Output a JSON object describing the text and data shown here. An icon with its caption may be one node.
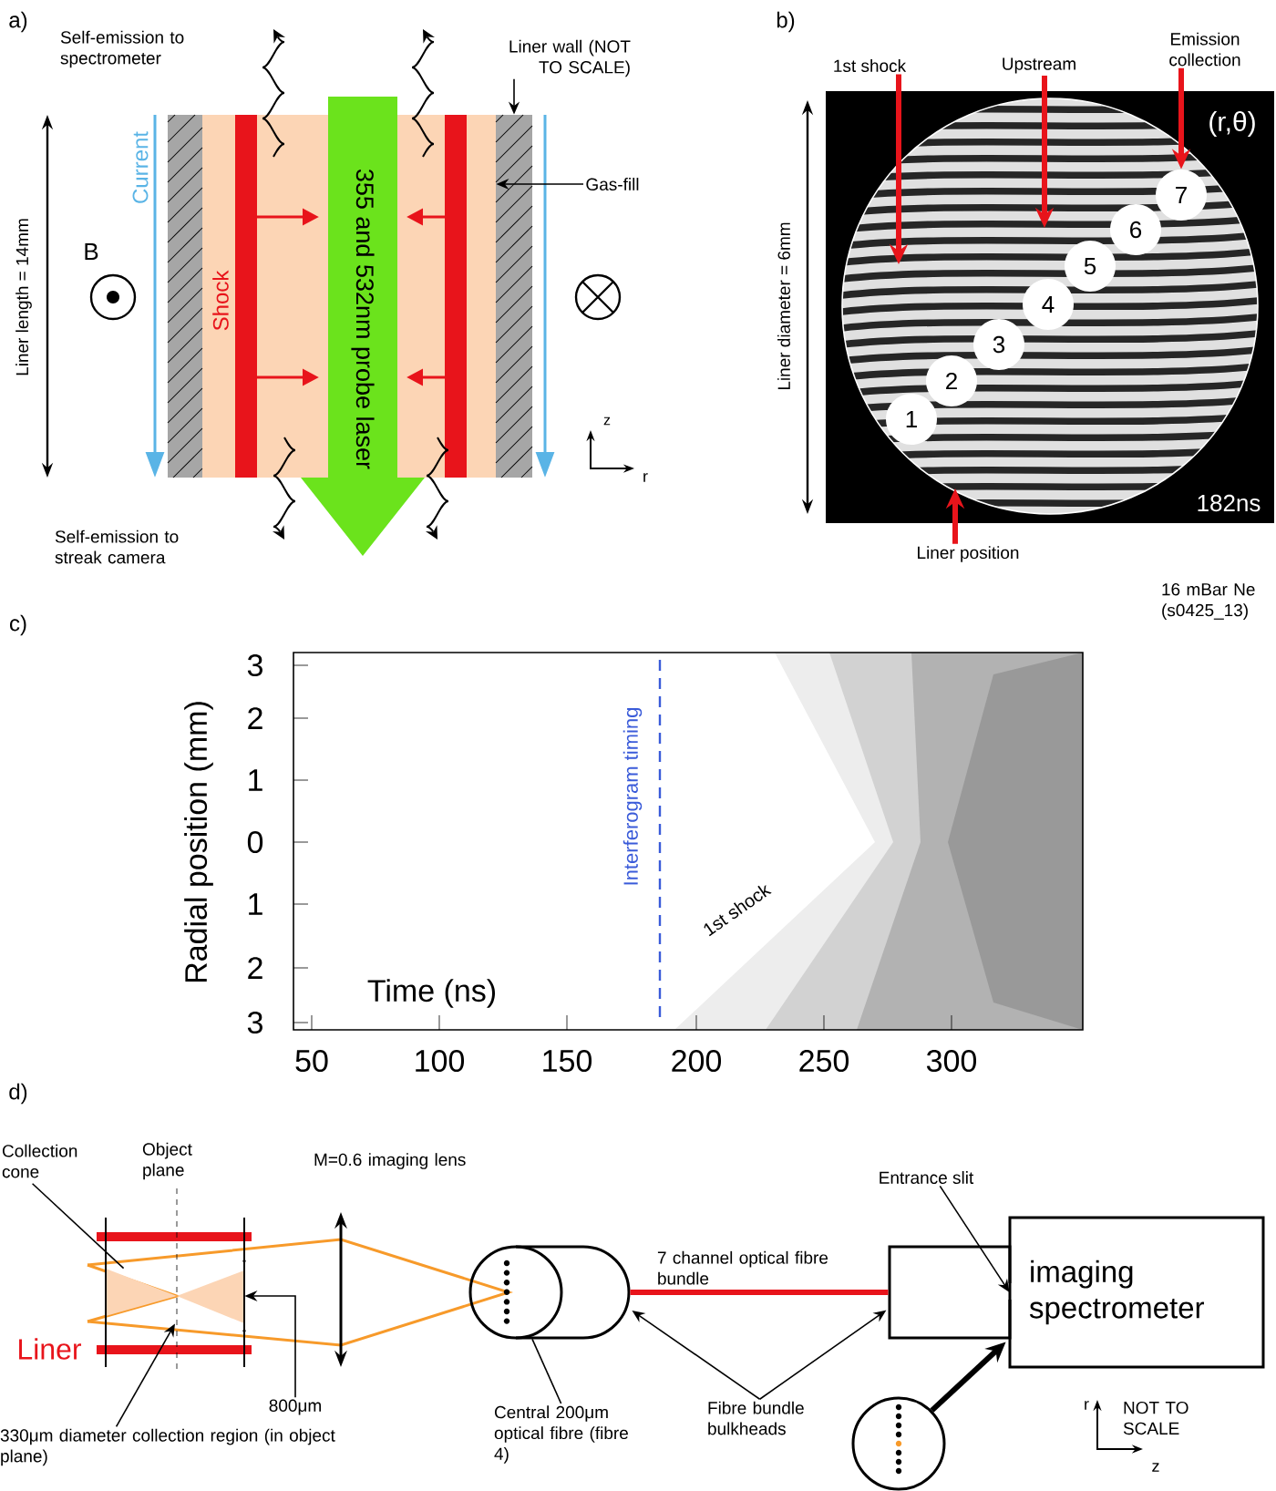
{
  "diagram": {
    "nodes": [
      {
        "text": [],
        "shape": "box"
      },
      {
        "text": [
          "355 and 532nm probe laser"
        ]
      },
      {
        "text": [],
        "shape": "box"
      },
      {
        "text": [],
        "shape": "box"
      },
      {
        "text": [
          "Liner wall (NOT TO SCALE)"
        ]
      },
      {
        "text": [
          "Gas-fill"
        ]
      },
      {
        "text": [
          "1st shock"
        ]
      },
      {
        "text": [
          "Upstream"
        ]
      },
      {
        "text": [
          "Emission collection"
        ]
      },
      {
        "text": [
          "Liner position"
        ]
      },
      {
        "text": [
          "1"
        ]
      },
      {
        "text": [
          "2"
        ]
      },
      {
        "text": [
          "3"
        ]
      },
      {
        "text": [
          "4"
        ]
      },
      {
        "text": [
          "5"
        ]
      },
      {
        "text": [
          "6"
        ]
      },
      {
        "text": [
          "7"
        ]
      },
      {
        "text": [
          "Collection cone"
        ]
      },
      {
        "text": [
          "800μm"
        ]
      },
      {
        "text": [
          "330μm diameter collection region (in object plane)"
        ]
      },
      {
        "text": [],
        "shape": "cylinder"
      },
      {
        "text": [
          "Central 200μm optical fibre (fibre 4)"
        ]
      },
      {
        "text": [],
        "shape": "box"
      },
      {
        "text": [
          "imaging spectrometer"
        ]
      },
      {
        "text": [
          "Entrance slit"
        ]
      },
      {
        "text": [
          "Fibre bundle bulkheads"
        ]
      },
      {
        "text": [],
        "shape": "circle"
      },
      {
        "text": [],
        "shape": "cone"
      }
    ],
    "edges": [
      {
        "from": 4,
        "to": 3,
        "arrow": "to"
      },
      {
        "from": 5,
        "to": 0,
        "arrow": "to"
      },
      {
        "from": 6,
        "to": null,
        "arrow": "to",
        "style": "thick",
        "color": "#e8141b"
      },
      {
        "from": 7,
        "to": null,
        "arrow": "to",
        "style": "thick",
        "color": "#e8141b"
      },
      {
        "from": 8,
        "to": 16,
        "arrow": "to",
        "style": "thick",
        "color": "#e8141b"
      },
      {
        "from": 9,
        "to": null,
        "arrow": "to",
        "style": "thick",
        "color": "#e8141b"
      },
      {
        "from": 17,
        "to": 27,
        "arrow": "none"
      },
      {
        "from": 18,
        "to": 27,
        "arrow": "to"
      },
      {
        "from": 19,
        "to": 27,
        "arrow": "to"
      },
      {
        "from": 21,
        "to": 20,
        "arrow": "none"
      },
      {
        "from": 20,
        "to": 22,
        "arrow": "none",
        "label": "7 channel optical fibre bundle",
        "style": "thick",
        "color": "#e8141b"
      },
      {
        "from": 25,
        "to": 20,
        "arrow": "to"
      },
      {
        "from": 25,
        "to": 22,
        "arrow": "to"
      },
      {
        "from": 24,
        "to": 23,
        "arrow": "to"
      },
      {
        "from": 26,
        "to": 23,
        "arrow": "to",
        "style": "thick"
      }
    ],
    "labels": [
      "a)",
      "Self-emission to spectrometer",
      "Current",
      "B",
      "Shock",
      "Liner length = 14mm",
      "z",
      "r",
      "Self-emission to streak camera",
      "b)",
      "Liner diameter = 6mm",
      "(r,θ)",
      "182ns",
      "16 mBar Ne (s0425_13)",
      "c)",
      "3",
      "2",
      "1",
      "0",
      "1",
      "2",
      "3",
      "Radial position (mm)",
      "Interferogram timing",
      "1st shock",
      "Time (ns)",
      "50",
      "100",
      "150",
      "200",
      "250",
      "300",
      "d)",
      "Object plane",
      "M=0.6 imaging lens",
      "Liner",
      "r",
      "NOT TO SCALE",
      "z"
    ]
  }
}
